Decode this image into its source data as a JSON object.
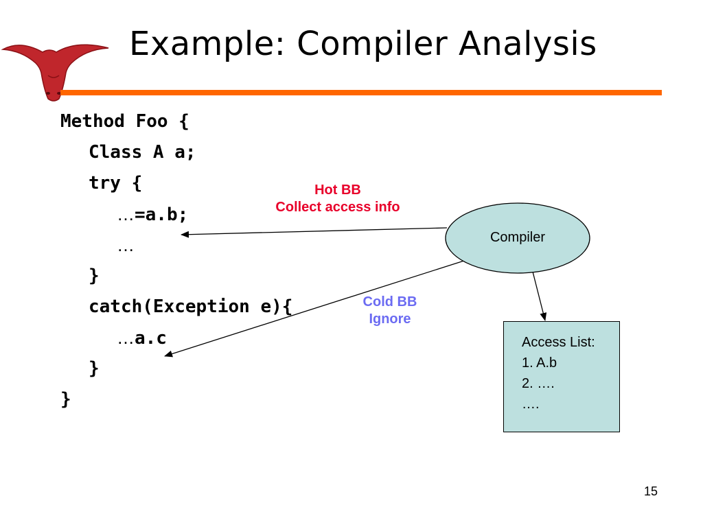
{
  "slide": {
    "title": "Example: Compiler Analysis",
    "page_number": "15",
    "logo_icon": "longhorn-icon",
    "accent_color": "#ff6600"
  },
  "code": {
    "line1": "Method Foo {",
    "line2": "Class A a;",
    "line3": "try {",
    "line4_prefix": "…",
    "line4_code": "=a.b;",
    "line5": "…",
    "line6": "}",
    "line7": "catch(Exception e){",
    "line8_prefix": "…",
    "line8_code": "a.c",
    "line9": "}",
    "line10": "}"
  },
  "annotations": {
    "hot_line1": "Hot BB",
    "hot_line2": "Collect access info",
    "hot_color": "#e8002a",
    "cold_line1": "Cold BB",
    "cold_line2": "Ignore",
    "cold_color": "#6b6bf2"
  },
  "compiler": {
    "label": "Compiler",
    "fill_color": "#bde0df"
  },
  "access_list": {
    "heading": "Access List:",
    "items": [
      "1. A.b",
      "2. ….",
      "…."
    ]
  }
}
